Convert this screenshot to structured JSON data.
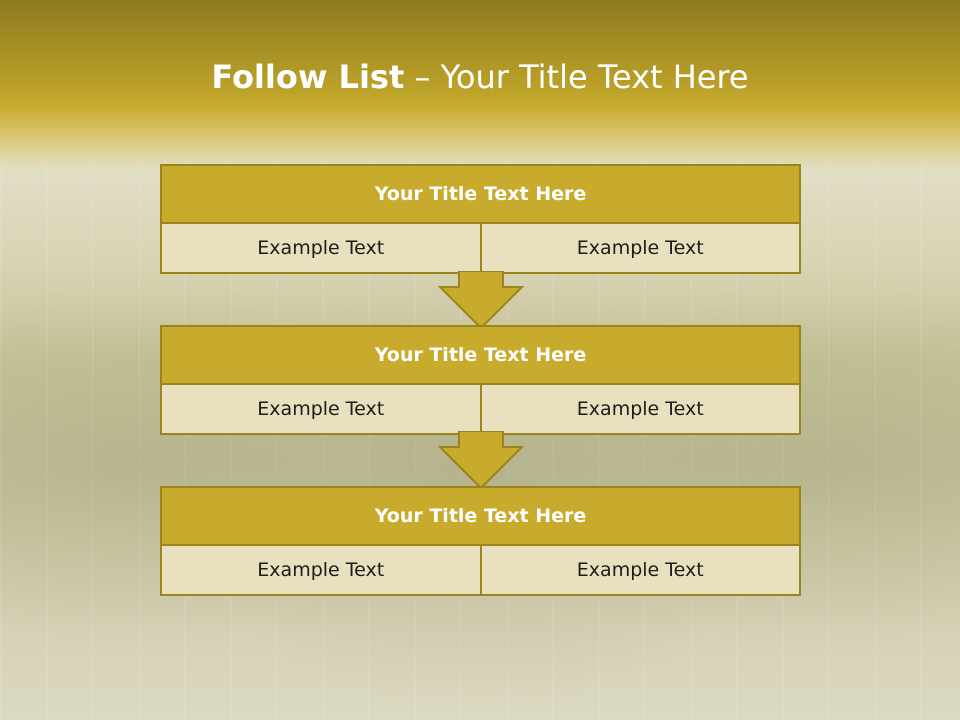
{
  "slide": {
    "title_bold": "Follow List",
    "title_rest": " – Your Title Text Here"
  },
  "blocks": [
    {
      "title": "Your Title Text Here",
      "left": "Example Text",
      "right": "Example Text"
    },
    {
      "title": "Your Title Text Here",
      "left": "Example Text",
      "right": "Example Text"
    },
    {
      "title": "Your Title Text Here",
      "left": "Example Text",
      "right": "Example Text"
    }
  ],
  "colors": {
    "header_bar": "#c5a92c",
    "block_title_fill": "#c8aa2c",
    "block_cell_fill": "#e9e0bf",
    "border": "#9a841c",
    "title_text": "#ffffff"
  }
}
